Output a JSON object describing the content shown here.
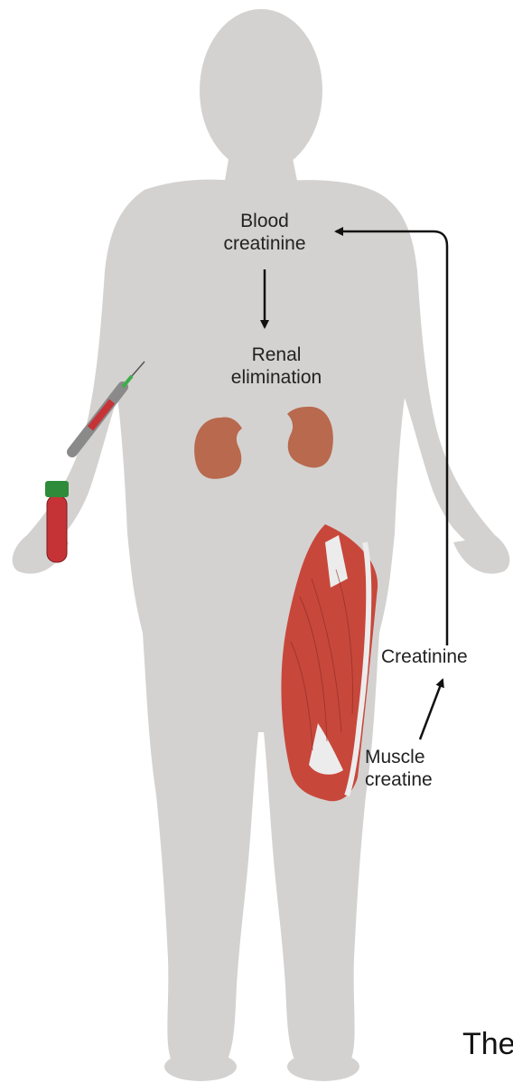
{
  "labels": {
    "blood_line1": "Blood",
    "blood_line2": "creatinine",
    "renal_line1": "Renal",
    "renal_line2": "elimination",
    "creatinine": "Creatinine",
    "muscle_line1": "Muscle",
    "muscle_line2": "creatine",
    "cutoff_text": "The"
  },
  "colors": {
    "body": "#d4d2d0",
    "kidney": "#b8694e",
    "muscle": "#c8473b",
    "tendon": "#ececec",
    "arrow": "#111111",
    "blood_tube": "#c53337",
    "tube_cap": "#2e8b3a",
    "needle": "#3fae49",
    "syringe": "#8a8a8a"
  },
  "icons": [
    "human-silhouette",
    "kidney-icon",
    "thigh-muscle-icon",
    "syringe-icon",
    "blood-tube-icon"
  ]
}
